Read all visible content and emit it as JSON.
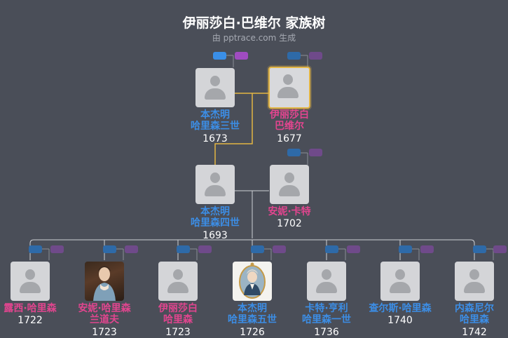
{
  "header": {
    "title": "伊丽莎白·巴维尔 家族树",
    "subtitle": "由 pptrace.com 生成"
  },
  "colors": {
    "male": "#3c8ee6",
    "female": "#e2458f",
    "highlight": "#e3b543",
    "line": "#cfd1d6"
  },
  "icons": {
    "placeholder": "person-silhouette-icon"
  },
  "people": [
    {
      "id": "p1",
      "line1": "本杰明",
      "line2": "哈里森三世",
      "year": "1673",
      "gender": "male"
    },
    {
      "id": "p2",
      "line1": "伊丽莎白",
      "line2": "巴维尔",
      "year": "1677",
      "gender": "female",
      "selected": true
    },
    {
      "id": "p3",
      "line1": "本杰明",
      "line2": "哈里森四世",
      "year": "1693",
      "gender": "male"
    },
    {
      "id": "p4",
      "line1": "安妮·卡特",
      "line2": "",
      "year": "1702",
      "gender": "female"
    },
    {
      "id": "c1",
      "line1": "露西·哈里森",
      "line2": "",
      "year": "1722",
      "gender": "female"
    },
    {
      "id": "c2",
      "line1": "安妮·哈里森",
      "line2": "兰道夫",
      "year": "1723",
      "gender": "female",
      "photo": "portrait-woman"
    },
    {
      "id": "c3",
      "line1": "伊丽莎白",
      "line2": "哈里森",
      "year": "1723",
      "gender": "female"
    },
    {
      "id": "c4",
      "line1": "本杰明",
      "line2": "哈里森五世",
      "year": "1726",
      "gender": "male",
      "photo": "portrait-man"
    },
    {
      "id": "c5",
      "line1": "卡特·亨利",
      "line2": "哈里森一世",
      "year": "1736",
      "gender": "male"
    },
    {
      "id": "c6",
      "line1": "查尔斯·哈里森",
      "line2": "",
      "year": "1740",
      "gender": "male"
    },
    {
      "id": "c7",
      "line1": "内森尼尔",
      "line2": "哈里森",
      "year": "1742",
      "gender": "male"
    }
  ]
}
